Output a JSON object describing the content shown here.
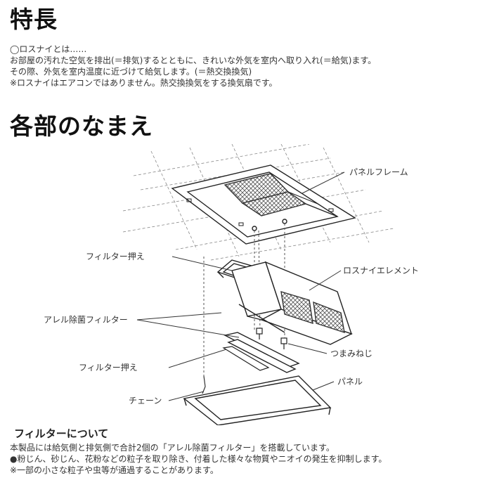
{
  "features": {
    "title": "特長",
    "lines": [
      "◯ロスナイとは……",
      "お部屋の汚れた空気を排出(＝排気)するとともに、きれいな外気を室内へ取り入れ(＝給気)ます。",
      "その際、外気を室内温度に近づけて給気します。(＝熱交換換気)",
      "※ロスナイはエアコンではありません。熱交換換気をする換気扇です。"
    ]
  },
  "parts": {
    "title": "各部のなまえ",
    "labels": {
      "panel_frame": "パネルフレーム",
      "filter_holder_top": "フィルター押え",
      "lossnay_element": "ロスナイエレメント",
      "allergen_filter": "アレル除菌フィルター",
      "knob_screw": "つまみねじ",
      "filter_holder_bottom": "フィルター押え",
      "panel": "パネル",
      "chain": "チェーン"
    }
  },
  "filter_section": {
    "title": "フィルターについて",
    "lines": [
      "本製品には給気側と排気側で合計2個の「アレル除菌フィルター」を搭載しています。",
      "●粉じん、砂じん、花粉などの粒子を取り除き、付着した様々な物質やニオイの発生を抑制します。",
      "※一部の小さな粒子や虫等が通過することがあります。"
    ]
  }
}
